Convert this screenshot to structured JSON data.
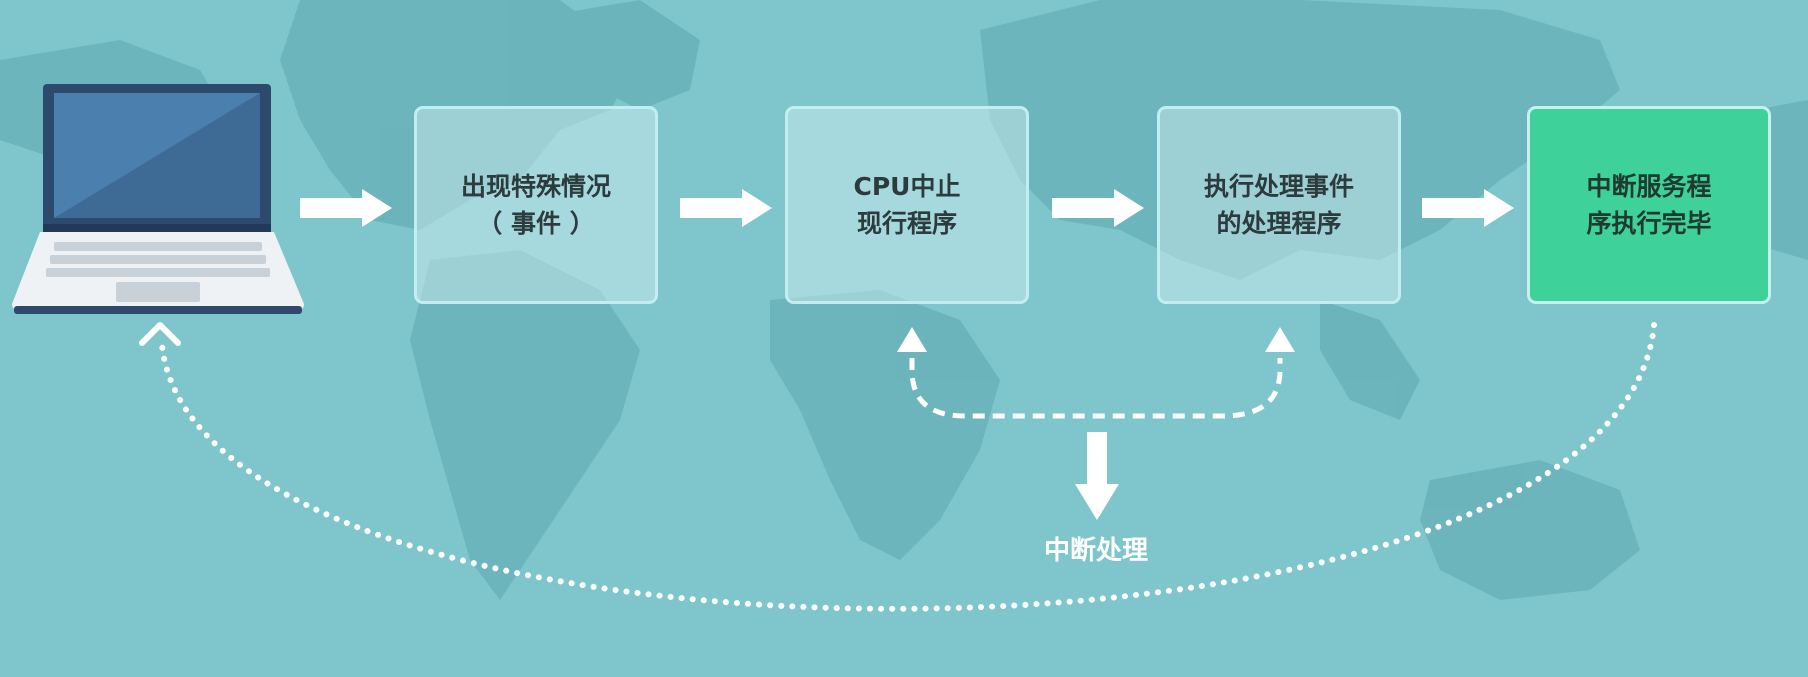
{
  "colors": {
    "background": "#7ec6cc",
    "map": "#5aa3ad",
    "box_fill": "rgba(205,235,237,0.50)",
    "box_border": "#c3eef1",
    "final_box_fill": "#3ed19a",
    "arrow": "#ffffff"
  },
  "icons": [
    "laptop-icon",
    "right-arrow-icon",
    "down-arrow-icon"
  ],
  "steps": [
    {
      "lines": [
        "出现特殊情况",
        "（ 事件 ）"
      ]
    },
    {
      "lines": [
        "CPU中止",
        "现行程序"
      ]
    },
    {
      "lines": [
        "执行处理事件",
        "的处理程序"
      ]
    },
    {
      "lines": [
        "中断服务程",
        "序执行完毕"
      ],
      "highlight": true
    }
  ],
  "interrupt_label": "中断处理"
}
